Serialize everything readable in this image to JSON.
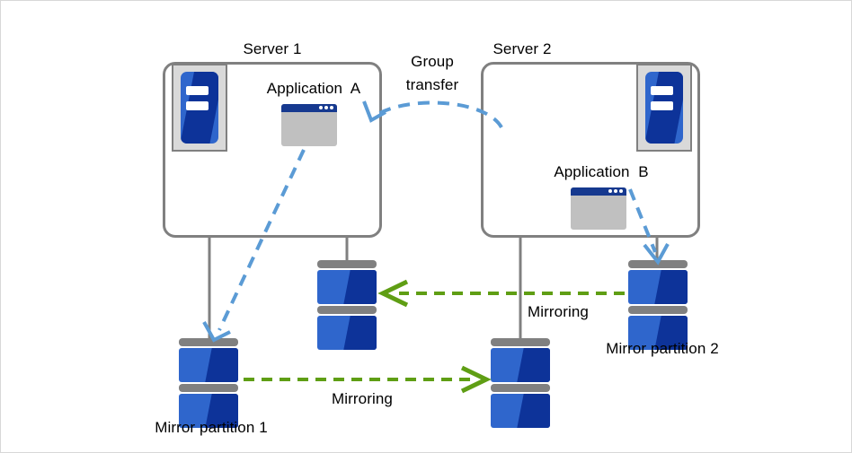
{
  "diagram": {
    "title": "Mirror partition group transfer diagram",
    "colors": {
      "frame_border": "#d8d8d8",
      "box_border": "#808080",
      "connector_line": "#808080",
      "blue_dashed_arrow": "#5b9bd5",
      "green_dashed_arrow": "#5f9e14",
      "disk_blue_light": "#2f66cc",
      "disk_blue_dark": "#0d3399",
      "app_title_bar": "#16398f",
      "app_body": "#c0c0c0",
      "server_icon_bg": "#d9d9d9",
      "text": "#000000"
    },
    "servers": [
      {
        "id": "server-1",
        "label": "Server 1",
        "application": {
          "id": "application-a",
          "label": "Application  A",
          "icon": "application-window-icon"
        },
        "machine_icon": "server-machine-icon"
      },
      {
        "id": "server-2",
        "label": "Server 2",
        "application": {
          "id": "application-b",
          "label": "Application  B",
          "icon": "application-window-icon"
        },
        "machine_icon": "server-machine-icon"
      }
    ],
    "disks": [
      {
        "id": "disk-mirror-partition-1",
        "label": "Mirror partition 1",
        "icon": "disk-stack-icon"
      },
      {
        "id": "disk-server1-secondary",
        "label": "",
        "icon": "disk-stack-icon"
      },
      {
        "id": "disk-server2-secondary",
        "label": "",
        "icon": "disk-stack-icon"
      },
      {
        "id": "disk-mirror-partition-2",
        "label": "Mirror partition 2",
        "icon": "disk-stack-icon"
      }
    ],
    "labels": {
      "group_transfer_line1": "Group",
      "group_transfer_line2": "transfer",
      "mirroring_upper": "Mirroring",
      "mirroring_lower": "Mirroring",
      "mirror_partition_1": "Mirror partition 1",
      "mirror_partition_2": "Mirror partition 2"
    },
    "arrows": [
      {
        "id": "group-transfer-arrow",
        "style": "dashed-curved",
        "color": "#5b9bd5",
        "direction": "right-to-left",
        "label": "Group transfer"
      },
      {
        "id": "app-a-to-mirror-partition-1-arrow",
        "style": "dashed-straight",
        "color": "#5b9bd5",
        "direction": "down-left"
      },
      {
        "id": "app-b-to-mirror-partition-2-arrow",
        "style": "dashed-straight",
        "color": "#5b9bd5",
        "direction": "down-right"
      },
      {
        "id": "mirroring-upper-arrow",
        "style": "dashed-straight",
        "color": "#5f9e14",
        "direction": "right-to-left",
        "label": "Mirroring"
      },
      {
        "id": "mirroring-lower-arrow",
        "style": "dashed-straight",
        "color": "#5f9e14",
        "direction": "left-to-right",
        "label": "Mirroring"
      }
    ]
  }
}
